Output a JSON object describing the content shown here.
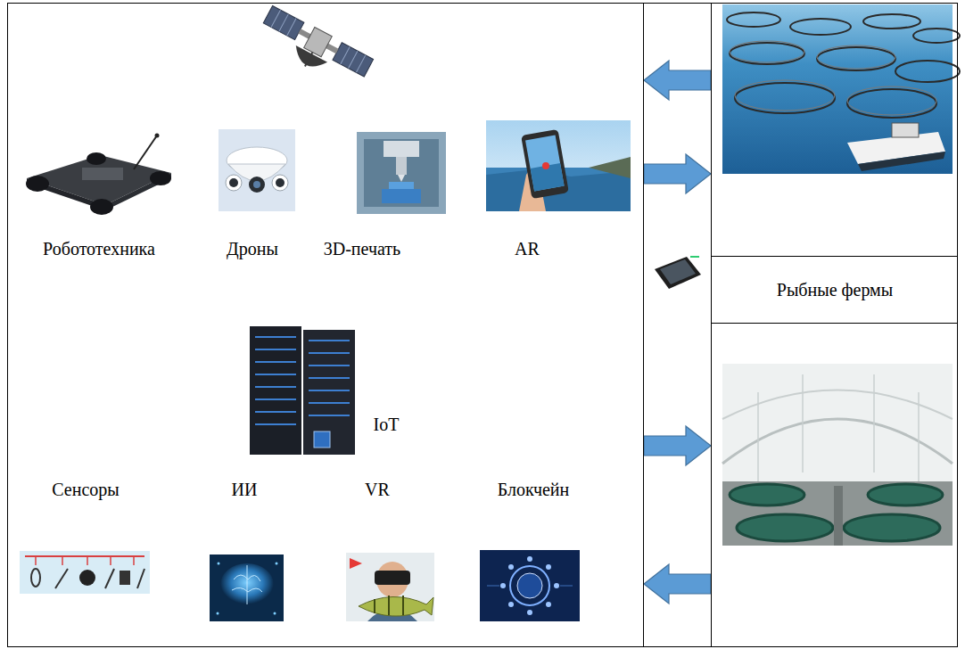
{
  "diagram": {
    "nodes": [
      {
        "text": [
          "Робототехника",
          "Дроны",
          "3D-печать",
          "AR",
          "IoT",
          "Сенсоры",
          "ИИ",
          "VR",
          "Блокчейн"
        ]
      },
      {
        "text": [
          "Рыбные фермы"
        ]
      }
    ],
    "edges": [
      {
        "from": 1,
        "to": 0,
        "arrow": "to"
      },
      {
        "from": 0,
        "to": 1,
        "arrow": "to"
      },
      {
        "from": 0,
        "to": 1,
        "arrow": "to"
      },
      {
        "from": 1,
        "to": 0,
        "arrow": "to"
      }
    ]
  }
}
